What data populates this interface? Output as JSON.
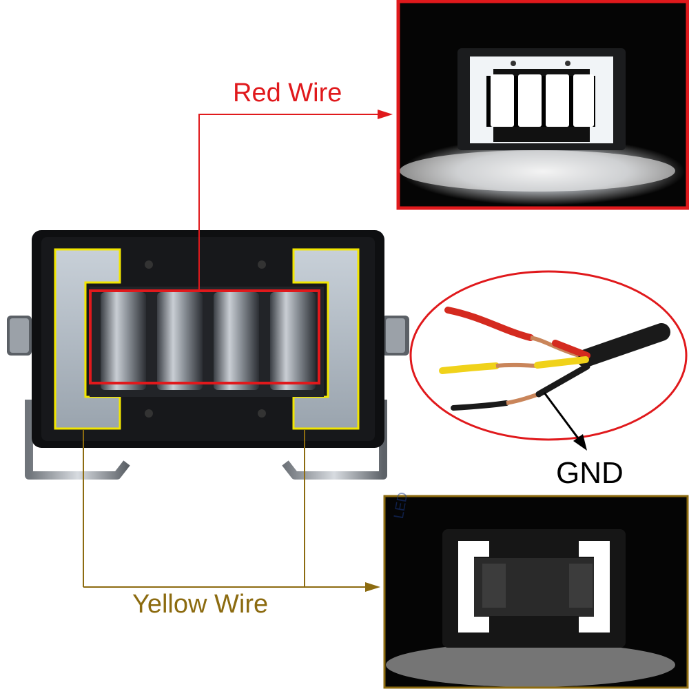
{
  "labels": {
    "red_wire": "Red Wire",
    "yellow_wire": "Yellow Wire",
    "gnd": "GND"
  },
  "colors": {
    "red_wire": "#e0191c",
    "yellow_wire": "#8c6b10",
    "yellow_outline": "#f2e600",
    "gnd": "#000000",
    "wire_red": "#d42a1f",
    "wire_yellow": "#f0d21a",
    "wire_black": "#1a1a1a",
    "copper": "#c9855a"
  }
}
